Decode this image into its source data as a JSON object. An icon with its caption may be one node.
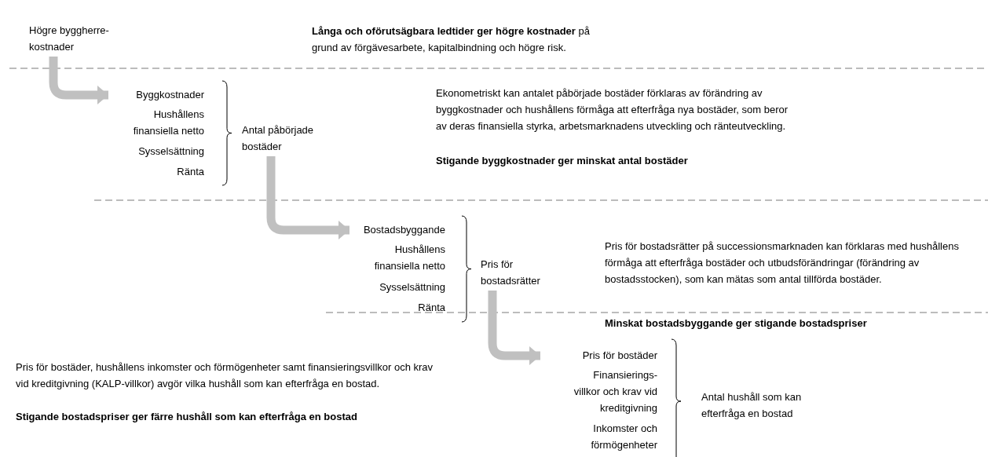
{
  "diagram": {
    "nodes": [
      {
        "text": [
          "Högre byggherre-kostnader"
        ]
      },
      {
        "text": [
          "Byggkostnader"
        ]
      },
      {
        "text": [
          "Antal påbörjade bostäder"
        ]
      },
      {
        "text": [
          "Bostadsbyggande"
        ]
      },
      {
        "text": [
          "Pris för bostadsrätter"
        ]
      },
      {
        "text": [
          "Pris för bostäder"
        ]
      },
      {
        "text": [
          "Antal hushåll som kan efterfråga en bostad"
        ]
      }
    ],
    "edges": [
      {
        "from": 0,
        "to": 1,
        "arrow": "to"
      },
      {
        "from": 2,
        "to": 3,
        "arrow": "to"
      },
      {
        "from": 4,
        "to": 5,
        "arrow": "to"
      }
    ],
    "labels": [
      "**Långa och oförutsägbara ledtider ger högre kostnader** på grund av förgävesarbete, kapitalbindning och högre risk.",
      "Hushållens finansiella netto",
      "Sysselsättning",
      "Ränta",
      "Ekonometriskt kan antalet påbörjade bostäder förklaras av förändring av byggkostnader och hushållens förmåga att efterfråga nya bostäder, som beror av deras finansiella styrka, arbetsmarknadens utveckling och ränteutveckling.",
      "Stigande byggkostnader ger minskat antal bostäder",
      "Hushållens finansiella netto",
      "Sysselsättning",
      "Ränta",
      "Pris för bostadsrätter på successionsmarknaden kan förklaras med hushållens förmåga att efterfråga bostäder och utbudsförändringar (förändring av bostadsstocken), som kan mätas som antal tillförda bostäder.",
      "Minskat bostadsbyggande ger stigande bostadspriser",
      "Pris för bostäder, hushållens inkomster och förmögenheter samt finansieringsvillkor och krav vid kreditgivning (KALP-villkor) avgör vilka hushåll som kan efterfråga en bostad.",
      "Stigande bostadspriser ger färre hushåll som kan efterfråga en bostad",
      "Finansierings-villkor och krav vid kreditgivning",
      "Inkomster och förmögenheter"
    ]
  }
}
